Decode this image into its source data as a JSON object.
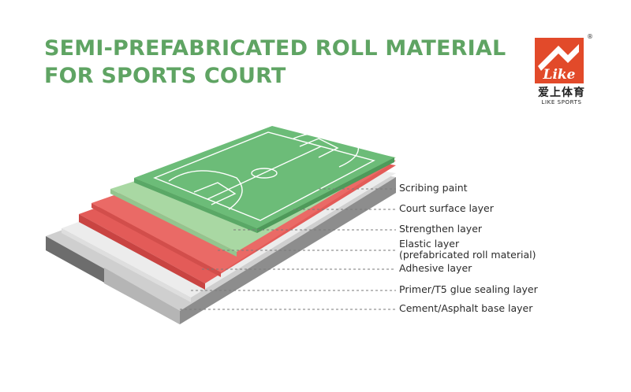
{
  "title": {
    "line1": "SEMI-PREFABRICATED ROLL MATERIAL",
    "line2": "FOR SPORTS COURT"
  },
  "logo": {
    "brand_script": "Like",
    "chinese": "爱上体育",
    "english": "LIKE SPORTS",
    "registered_mark": "®"
  },
  "layers": [
    {
      "name": "Scribing paint"
    },
    {
      "name": "Court surface layer"
    },
    {
      "name": "Strengthen layer"
    },
    {
      "name": "Elastic layer",
      "detail": "(prefabricated roll material)"
    },
    {
      "name": "Adhesive layer"
    },
    {
      "name": "Primer/T5 glue sealing layer"
    },
    {
      "name": "Cement/Asphalt base layer"
    }
  ],
  "colors": {
    "title": "#5fa463",
    "court_green": "#6cbc78",
    "court_light": "#a9d8a3",
    "red_layer": "#e35b58",
    "red_dark": "#c94442",
    "primer": "#e9e9e9",
    "base_grey": "#8d8d8d",
    "asphalt": "#6d6d6d",
    "logo_red": "#e24a2a"
  }
}
